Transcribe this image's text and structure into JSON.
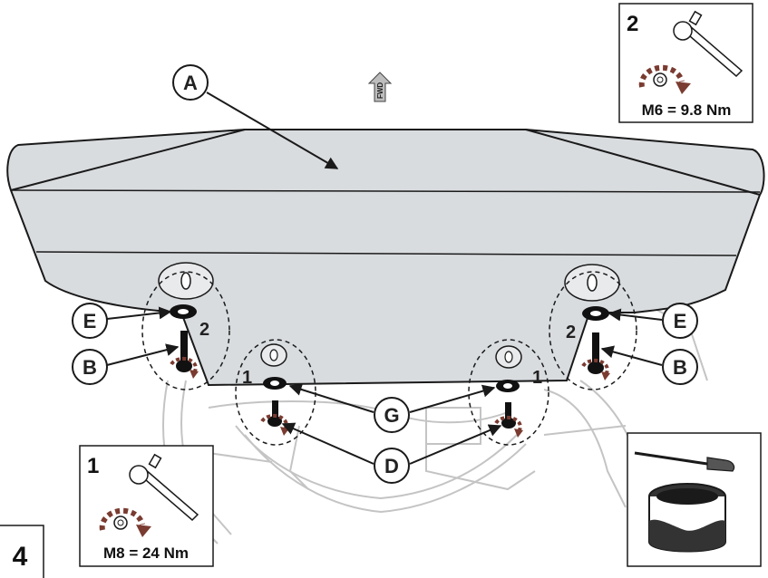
{
  "callouts": {
    "a": "A",
    "b_left": "B",
    "b_right": "B",
    "d": "D",
    "e_left": "E",
    "e_right": "E",
    "g": "G"
  },
  "sequence_numbers": {
    "front_left": "1",
    "front_right": "1",
    "rear_left": "2",
    "rear_right": "2"
  },
  "direction_arrow": {
    "label": "FWD"
  },
  "inset_step_1": {
    "number": "1",
    "torque": "M8 = 24 Nm"
  },
  "inset_step_2": {
    "number": "2",
    "torque": "M6 = 9.8 Nm"
  },
  "page_step": "4",
  "colors": {
    "plate_fill": "#d9dcdf",
    "outline": "#1a1a1a",
    "rotation_arrow": "#7a3b30",
    "background_lines": "#c8c8c8"
  }
}
